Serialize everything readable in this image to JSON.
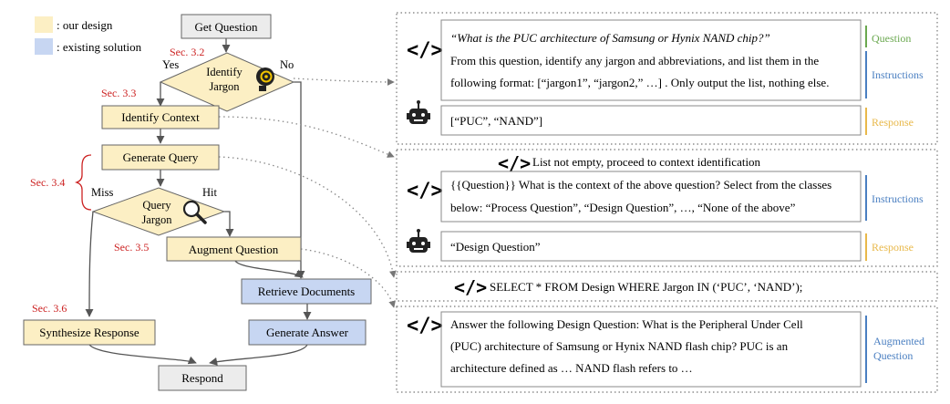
{
  "legend": {
    "ours": ": our design",
    "existing": ": existing solution",
    "ours_color": "#fcefc4",
    "existing_color": "#c7d6f2"
  },
  "colors": {
    "gray_node": "#ececec",
    "section_red": "#cc2222",
    "question_green": "#6aa84f",
    "instructions_blue": "#4a7fc1",
    "response_yellow": "#e8b84a",
    "augmented_blue": "#4a7fc1"
  },
  "flow": {
    "get_question": "Get Question",
    "identify_jargon_line1": "Identify",
    "identify_jargon_line2": "Jargon",
    "yes": "Yes",
    "no": "No",
    "identify_context": "Identify Context",
    "generate_query": "Generate Query",
    "miss": "Miss",
    "hit": "Hit",
    "query_jargon_line1": "Query",
    "query_jargon_line2": "Jargon",
    "augment_question": "Augment Question",
    "retrieve_documents": "Retrieve Documents",
    "synthesize_response": "Synthesize Response",
    "generate_answer": "Generate Answer",
    "respond": "Respond",
    "sec_3_2": "Sec. 3.2",
    "sec_3_3": "Sec. 3.3",
    "sec_3_4": "Sec. 3.4",
    "sec_3_5": "Sec. 3.5",
    "sec_3_6": "Sec. 3.6"
  },
  "panels": {
    "p1": {
      "question": "“What is the PUC architecture of Samsung or Hynix NAND chip?”",
      "instr_line1": "From this question, identify any jargon and abbreviations, and list them in the",
      "instr_line2": "following format: [“jargon1”, “jargon2,” …] . Only output the list, nothing else.",
      "response": "[“PUC”, “NAND”]",
      "label_question": "Question",
      "label_instructions": "Instructions",
      "label_response": "Response"
    },
    "p2": {
      "header": "List not empty, proceed to context identification",
      "instr_line1": "{{Question}} What is the context of the above question? Select from the classes",
      "instr_line2": "below: “Process Question”,  “Design Question”, …, “None of the above”",
      "response": "“Design Question”",
      "label_instructions": "Instructions",
      "label_response": "Response"
    },
    "p3": {
      "sql": "SELECT * FROM Design WHERE Jargon IN (‘PUC’, ‘NAND’);"
    },
    "p4": {
      "line1": "Answer the following Design Question: What is the Peripheral Under Cell",
      "line2": "(PUC) architecture of Samsung or Hynix NAND flash chip? PUC is an",
      "line3": "architecture defined as … NAND flash refers to …",
      "label_line1": "Augmented",
      "label_line2": "Question"
    }
  }
}
